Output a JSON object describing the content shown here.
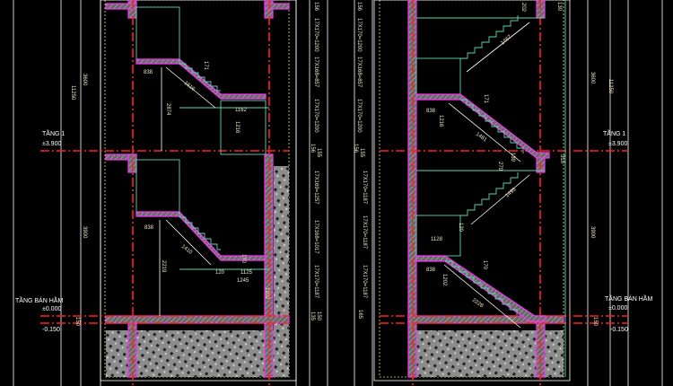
{
  "drawing": {
    "colors": {
      "background": "#000000",
      "walls": "#ff30ff",
      "axis": "#ff2020",
      "stairs": "#5fd6b0",
      "dimensions": "#ffffff",
      "boundary": "#e8e060"
    },
    "levels": {
      "floor1_name": "TẦNG 1",
      "floor1_elev": "±3.900",
      "basement_name": "TẦNG BÁN HẦM",
      "basement_elev": "±0.000",
      "basement_sub": "-0.150"
    },
    "left_section": {
      "overall": "11250",
      "upper_height": "3600",
      "lower_height": "3900",
      "slab": "150",
      "dims_upper": [
        "838",
        "1616",
        "2874",
        "171",
        "1162",
        "1216"
      ],
      "dims_lower": [
        "838",
        "1410",
        "2219",
        "1125",
        "1245",
        "1202",
        "120",
        "170"
      ],
      "step_chain": [
        "156",
        "17X170=1200",
        "17X168=857",
        "17X170=1200",
        "156",
        "155",
        "17X169=1257",
        "17X168=1017",
        "17X170=1187",
        "135",
        "150"
      ]
    },
    "right_section": {
      "overall": "11250",
      "upper_height": "3600",
      "lower_height": "3900",
      "slab": "150",
      "dims_upper": [
        "202",
        "130",
        "1467",
        "171",
        "838",
        "1216",
        "1481",
        "139",
        "270",
        "310"
      ],
      "dims_lower": [
        "1495",
        "120",
        "1128",
        "170",
        "838",
        "1202",
        "2228"
      ],
      "step_chain": [
        "156",
        "17X170=1200",
        "17X168=857",
        "17X170=1200",
        "156",
        "155",
        "17X170=1187",
        "17X170=1187",
        "17X170=1187",
        "165"
      ]
    }
  }
}
